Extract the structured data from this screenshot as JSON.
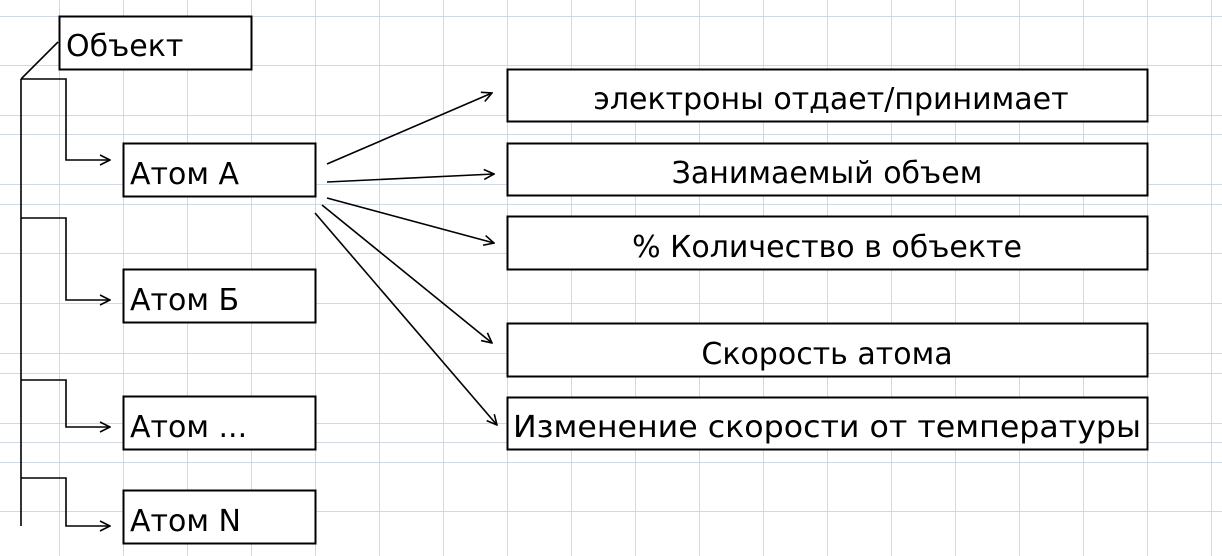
{
  "root": {
    "label": "Объект"
  },
  "atoms": [
    {
      "label": "Атом А"
    },
    {
      "label": "Атом Б"
    },
    {
      "label": "Атом ..."
    },
    {
      "label": "Атом N"
    }
  ],
  "properties": [
    {
      "label": "электроны отдает/принимает"
    },
    {
      "label": "Занимаемый объем"
    },
    {
      "label": "% Количество в объекте"
    },
    {
      "label": "Скорость атома"
    },
    {
      "label": "Изменение скорости от температуры"
    }
  ],
  "colors": {
    "grid": "#d0d7e5",
    "line": "#000000"
  }
}
